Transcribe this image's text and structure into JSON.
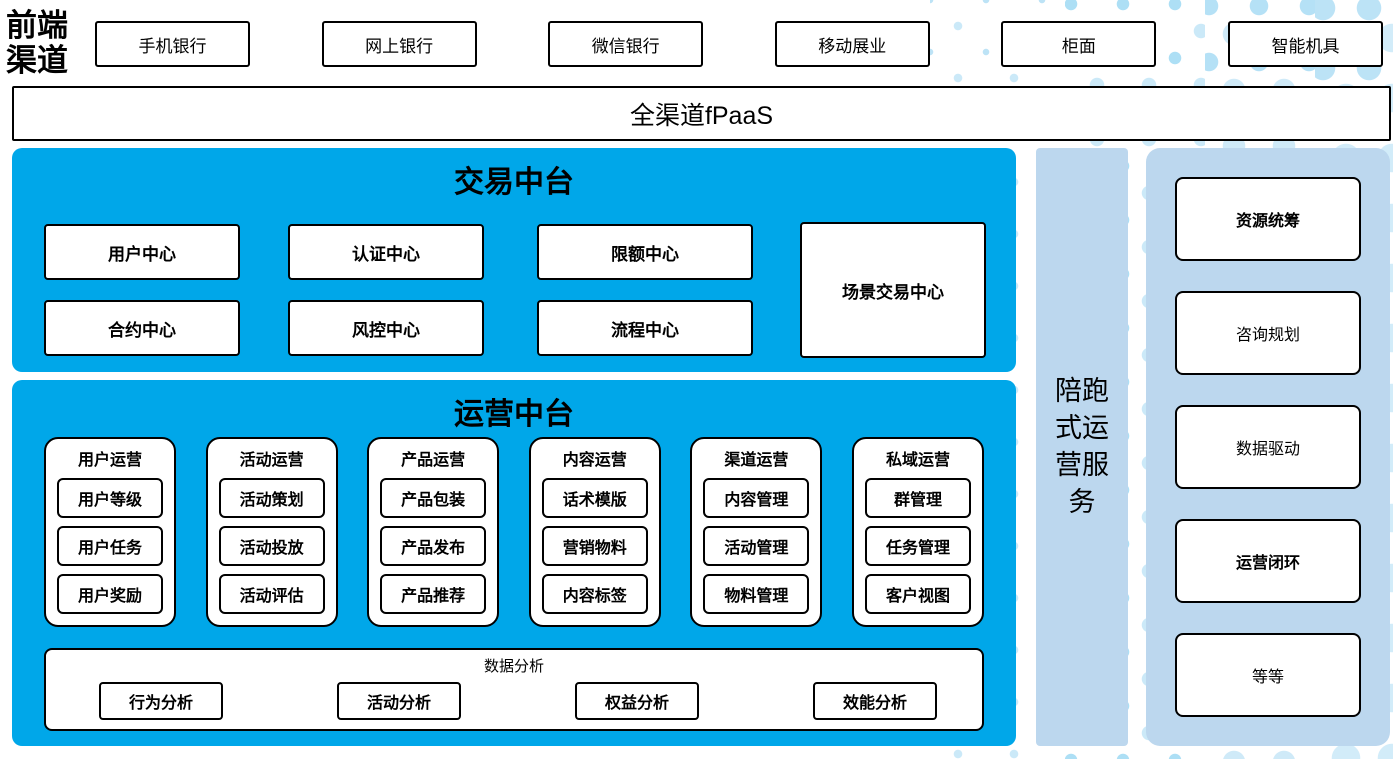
{
  "front_label": {
    "line1": "前端",
    "line2": "渠道"
  },
  "channels": [
    "手机银行",
    "网上银行",
    "微信银行",
    "移动展业",
    "柜面",
    "智能机具"
  ],
  "fpaas": {
    "label": "全渠道fPaaS"
  },
  "trade_platform": {
    "title": "交易中台",
    "boxes_row1": [
      "用户中心",
      "认证中心",
      "限额中心"
    ],
    "boxes_row2": [
      "合约中心",
      "风控中心",
      "流程中心"
    ],
    "tall_box": "场景交易中心"
  },
  "operation_platform": {
    "title": "运营中台",
    "columns": [
      {
        "title": "用户运营",
        "items": [
          "用户等级",
          "用户任务",
          "用户奖励"
        ]
      },
      {
        "title": "活动运营",
        "items": [
          "活动策划",
          "活动投放",
          "活动评估"
        ]
      },
      {
        "title": "产品运营",
        "items": [
          "产品包装",
          "产品发布",
          "产品推荐"
        ]
      },
      {
        "title": "内容运营",
        "items": [
          "话术模版",
          "营销物料",
          "内容标签"
        ]
      },
      {
        "title": "渠道运营",
        "items": [
          "内容管理",
          "活动管理",
          "物料管理"
        ]
      },
      {
        "title": "私域运营",
        "items": [
          "群管理",
          "任务管理",
          "客户视图"
        ]
      }
    ],
    "data_analysis": {
      "title": "数据分析",
      "items": [
        "行为分析",
        "活动分析",
        "权益分析",
        "效能分析"
      ]
    }
  },
  "side_service": {
    "label": "陪跑式运营服务"
  },
  "right_panel": {
    "boxes": [
      {
        "label": "资源统筹",
        "bold": true
      },
      {
        "label": "咨询规划",
        "bold": false
      },
      {
        "label": "数据驱动",
        "bold": false
      },
      {
        "label": "运营闭环",
        "bold": true
      },
      {
        "label": "等等",
        "bold": false
      }
    ]
  },
  "colors": {
    "platform_blue": "#00a7e9",
    "light_blue": "#bcd7ee",
    "dot_color": "#cbe9f8",
    "border": "#000000"
  }
}
